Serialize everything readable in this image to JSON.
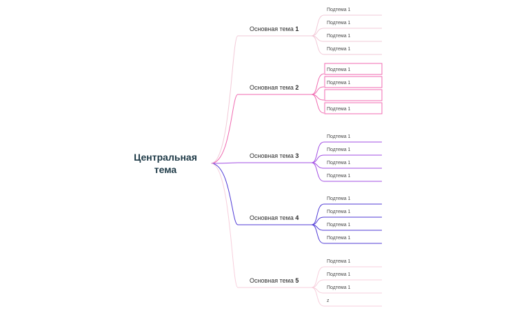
{
  "central_topic": {
    "line1": "Центральная",
    "line2": "тема"
  },
  "main_topics": [
    {
      "label": "Основная тема",
      "number": "1",
      "color": "#f2c9d7",
      "boxed": false,
      "subtopics": [
        "Подтема 1",
        "Подтема 1",
        "Подтема 1",
        "Подтема 1"
      ]
    },
    {
      "label": "Основная тема",
      "number": "2",
      "color": "#f06ab0",
      "boxed": true,
      "subtopics": [
        "Подтема 1",
        "Подтема 1",
        "",
        "Подтема 1"
      ]
    },
    {
      "label": "Основная тема",
      "number": "3",
      "color": "#a24de3",
      "boxed": false,
      "subtopics": [
        "Подтема 1",
        "Подтема 1",
        "Подтема 1",
        "Подтема 1"
      ]
    },
    {
      "label": "Основная тема",
      "number": "4",
      "color": "#4f3ad6",
      "boxed": false,
      "subtopics": [
        "Подтема 1",
        "Подтема 1",
        "Подтема 1",
        "Подтема 1"
      ]
    },
    {
      "label": "Основная тема",
      "number": "5",
      "color": "#f7cfdc",
      "boxed": false,
      "subtopics": [
        "Подтема 1",
        "Подтема 1",
        "Подтема 1",
        "z"
      ]
    }
  ]
}
